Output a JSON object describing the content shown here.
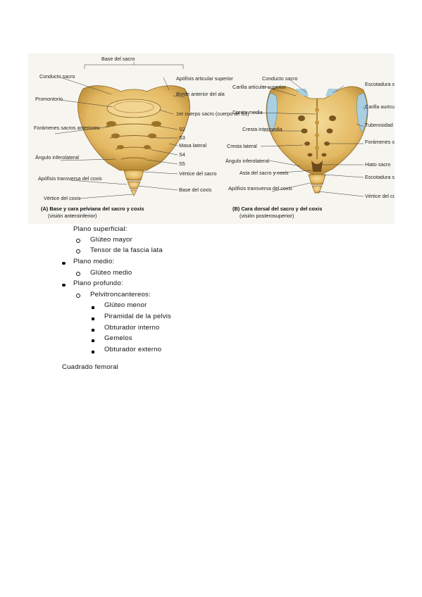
{
  "figure": {
    "panel_a": {
      "labels": {
        "base_sacro": "Base del sacro",
        "conducto_sacro": "Conducto sacro",
        "apofisis_articular": "Apófisis articular superior",
        "promontorio": "Promontorio",
        "borde_anterior": "Borde anterior del ala",
        "cuerpo_sacro": "1er cuerpo sacro (cuerpo de S1)",
        "foramenes_anteriores": "Forámenes sacros anteriores",
        "s2": "S2",
        "s3": "S3",
        "masa_lateral": "Masa lateral",
        "s4": "S4",
        "angulo_inferolateral": "Ángulo inferolateral",
        "s5": "S5",
        "vertice_sacro": "Vértice del sacro",
        "apofisis_transversa": "Apófisis transversa del coxis",
        "base_coxis": "Base del coxis",
        "vertice_coxis": "Vértice del coxis"
      },
      "caption_title": "(A) Base y cara pelviana del sacro y coxis",
      "caption_sub": "(visión anteroinferior)"
    },
    "panel_b": {
      "labels": {
        "conducto_sacro": "Conducto sacro",
        "escotadura_superior": "Escotadura sacra superior",
        "carilla_articular": "Carilla articular superior",
        "carilla_auricular": "Carilla auricular",
        "cresta_media": "Cresta media",
        "cresta_intermedia": "Cresta intermedia",
        "tuberosidad": "Tuberosidad sacra",
        "cresta_lateral": "Cresta lateral",
        "foramenes_posteriores": "Forámenes sacros posteriores",
        "angulo_inferolateral": "Ángulo inferolateral",
        "hiato_sacro": "Hiato sacro",
        "asta": "Asta del sacro y coxis",
        "escotadura_sacrococcigea": "Escotadura sacrocoxígea",
        "apofisis_transversa": "Apófisis transversa del coxis",
        "vertice_coxis": "Vértice del coxis"
      },
      "caption_title": "(B) Cara dorsal del sacro y del coxis",
      "caption_sub": "(visión posterosuperior)"
    }
  },
  "outline": {
    "superficial": {
      "label": "Plano superficial:",
      "items": [
        "Glúteo mayor",
        "Tensor de la fascia lata"
      ]
    },
    "medio": {
      "label": "Plano medio:",
      "items": [
        "Glúteo medio"
      ]
    },
    "profundo": {
      "label": "Plano profundo:",
      "sub_label": "Pelvitroncantereos:",
      "items": [
        "Glúteo menor",
        "Piramidal de la pelvis",
        "Obturador interno",
        "Gemelos",
        "Obturador externo"
      ]
    },
    "trailing": "Cuadrado femoral"
  },
  "colors": {
    "bone": "#e9c56e",
    "bone_dark": "#b8862e",
    "cartilage": "#a9cfe0",
    "page": "#ffffff"
  }
}
